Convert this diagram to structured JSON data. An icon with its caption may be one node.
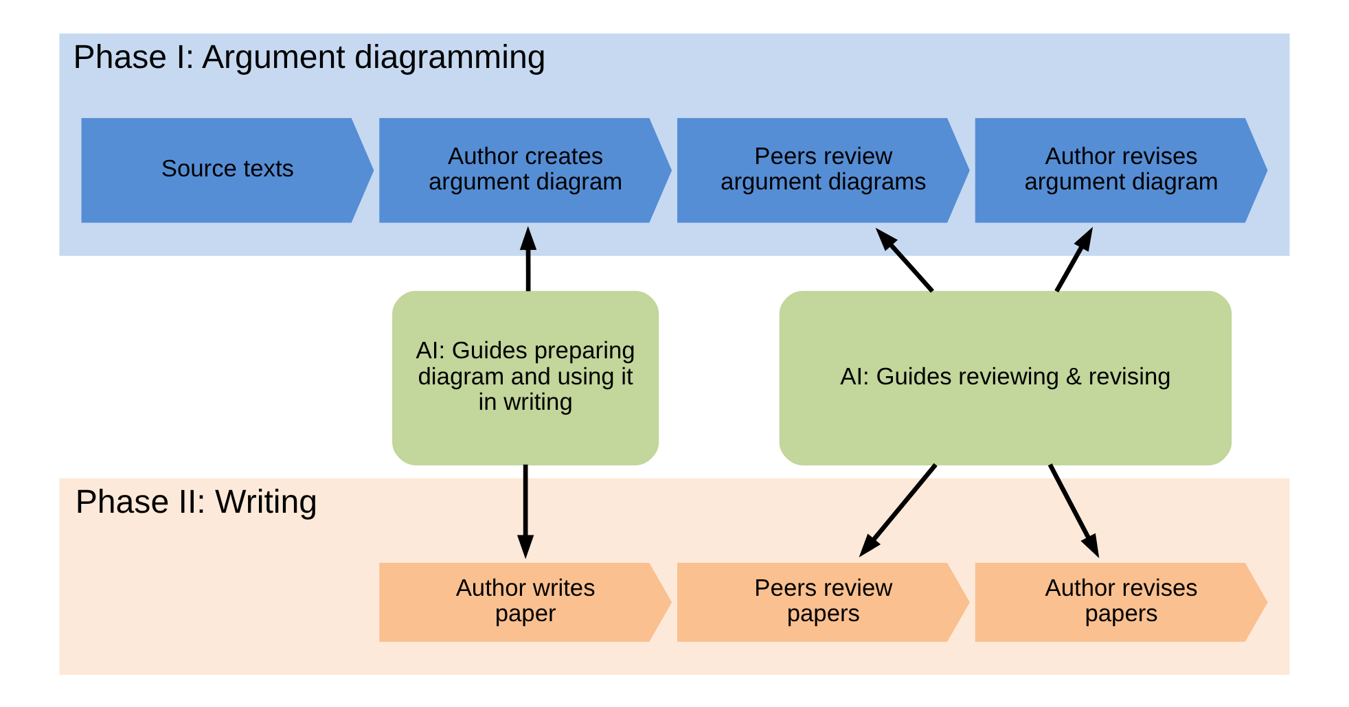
{
  "diagram": {
    "nodes": [
      {
        "text": [
          "Phase I: Argument diagramming"
        ]
      },
      {
        "text": [
          "Source texts"
        ],
        "in": 0
      },
      {
        "text": [
          "Author creates argument diagram"
        ],
        "in": 0
      },
      {
        "text": [
          "Peers review argument diagrams"
        ],
        "in": 0
      },
      {
        "text": [
          "Author revises argument diagram"
        ],
        "in": 0
      },
      {
        "text": [
          "AI: Guides preparing diagram and using it in writing"
        ]
      },
      {
        "text": [
          "AI: Guides reviewing & revising"
        ]
      },
      {
        "text": [
          "Phase II: Writing"
        ]
      },
      {
        "text": [
          "Author writes paper"
        ],
        "in": 7
      },
      {
        "text": [
          "Peers review papers"
        ],
        "in": 7
      },
      {
        "text": [
          "Author revises papers"
        ],
        "in": 7
      }
    ],
    "edges": [
      {
        "from": 5,
        "to": 2,
        "arrow": "to"
      },
      {
        "from": 5,
        "to": 8,
        "arrow": "to"
      },
      {
        "from": 6,
        "to": 3,
        "arrow": "to"
      },
      {
        "from": 6,
        "to": 4,
        "arrow": "to"
      },
      {
        "from": 6,
        "to": 9,
        "arrow": "to"
      },
      {
        "from": 6,
        "to": 10,
        "arrow": "to"
      }
    ]
  }
}
